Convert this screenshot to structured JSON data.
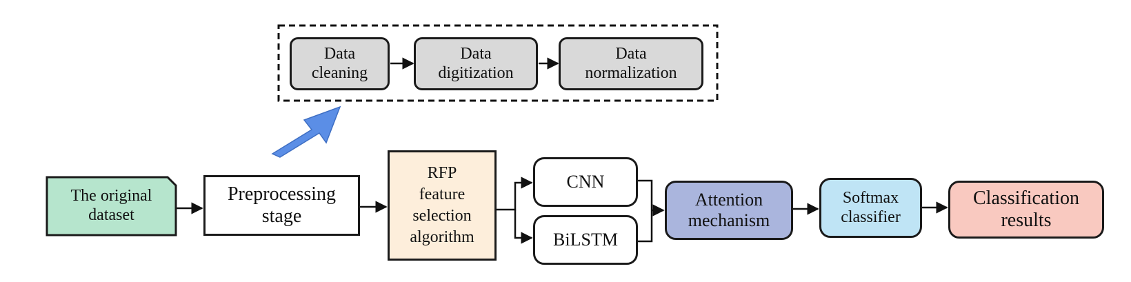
{
  "preprocessing_steps": {
    "data_cleaning": [
      "Data",
      "cleaning"
    ],
    "data_digitization": [
      "Data",
      "digitization"
    ],
    "data_normalization": [
      "Data",
      "normalization"
    ]
  },
  "main_flow": {
    "original_dataset": [
      "The original",
      "dataset"
    ],
    "preprocessing_stage": [
      "Preprocessing",
      "stage"
    ],
    "rfp": [
      "RFP",
      "feature",
      "selection",
      "algorithm"
    ],
    "cnn": "CNN",
    "bilstm": "BiLSTM",
    "attention": [
      "Attention",
      "mechanism"
    ],
    "softmax": [
      "Softmax",
      "classifier"
    ],
    "results": [
      "Classification",
      "results"
    ]
  },
  "colors": {
    "dataset_fill": "#b6e5cd",
    "preprocessing_fill": "#ffffff",
    "rfp_fill": "#fdeedb",
    "neural_fill": "#ffffff",
    "attention_fill": "#aab5dd",
    "softmax_fill": "#bfe4f5",
    "results_fill": "#f9c9c0",
    "step_fill": "#d9d9d9",
    "big_arrow": "#5b8ee6"
  }
}
